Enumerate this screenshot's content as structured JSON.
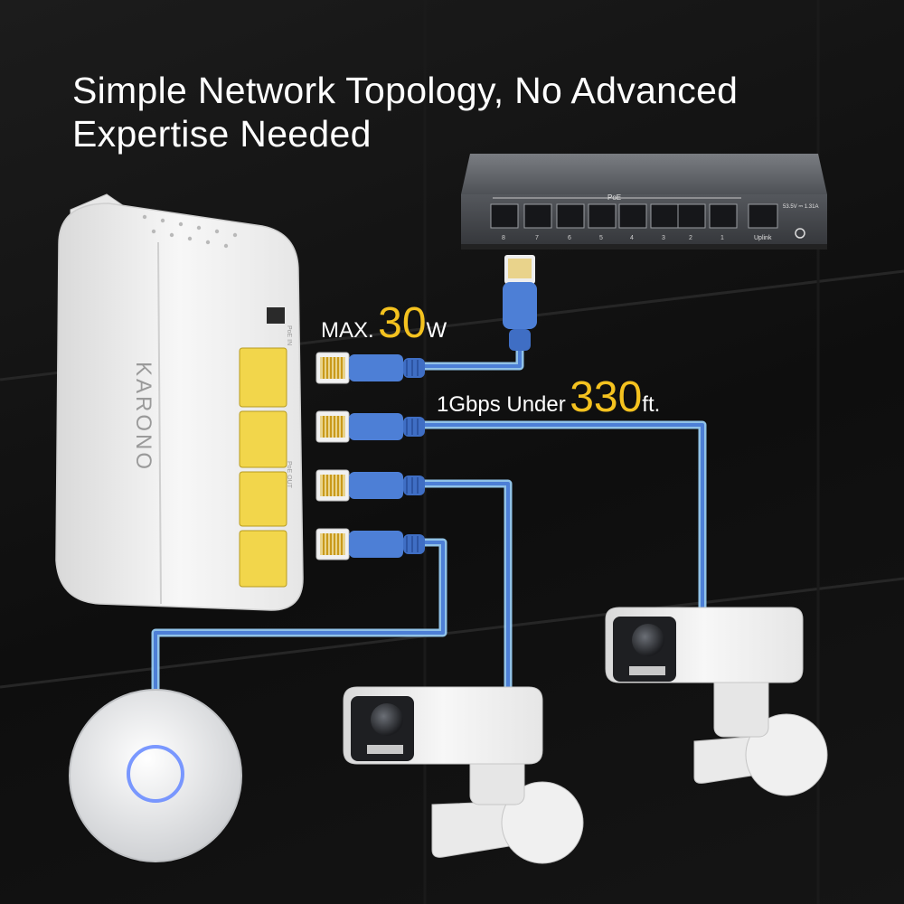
{
  "headline": {
    "line1": "Simple Network Topology, No Advanced",
    "line2": "Expertise Needed"
  },
  "power_label": {
    "prefix": "MAX.",
    "value": "30",
    "unit": "W"
  },
  "distance_label": {
    "prefix": "1Gbps Under",
    "value": "330",
    "unit": "ft."
  },
  "extender": {
    "brand": "KARONO",
    "side_labels": [
      "PoE IN",
      "PoE OUT"
    ]
  },
  "switch": {
    "poe_label": "PoE",
    "port_numbers": [
      "8",
      "7",
      "6",
      "5",
      "4",
      "3",
      "2",
      "1"
    ],
    "uplink_label": "Uplink",
    "power_rating": "53.5V ⎓ 1.31A"
  },
  "colors": {
    "accent": "#f4c21f",
    "cable_glow": "#9fd6ff",
    "cable_blue": "#4d7fd6",
    "rj45_gold": "#d8b23a",
    "port_yellow": "#f2d64b",
    "device_white": "#f2f2f2",
    "switch_grey": "#5a5d62",
    "ap_led": "#6b8dff"
  },
  "icons": [
    "poe-switch",
    "poe-extender",
    "rj45-connector",
    "bullet-camera",
    "access-point"
  ]
}
